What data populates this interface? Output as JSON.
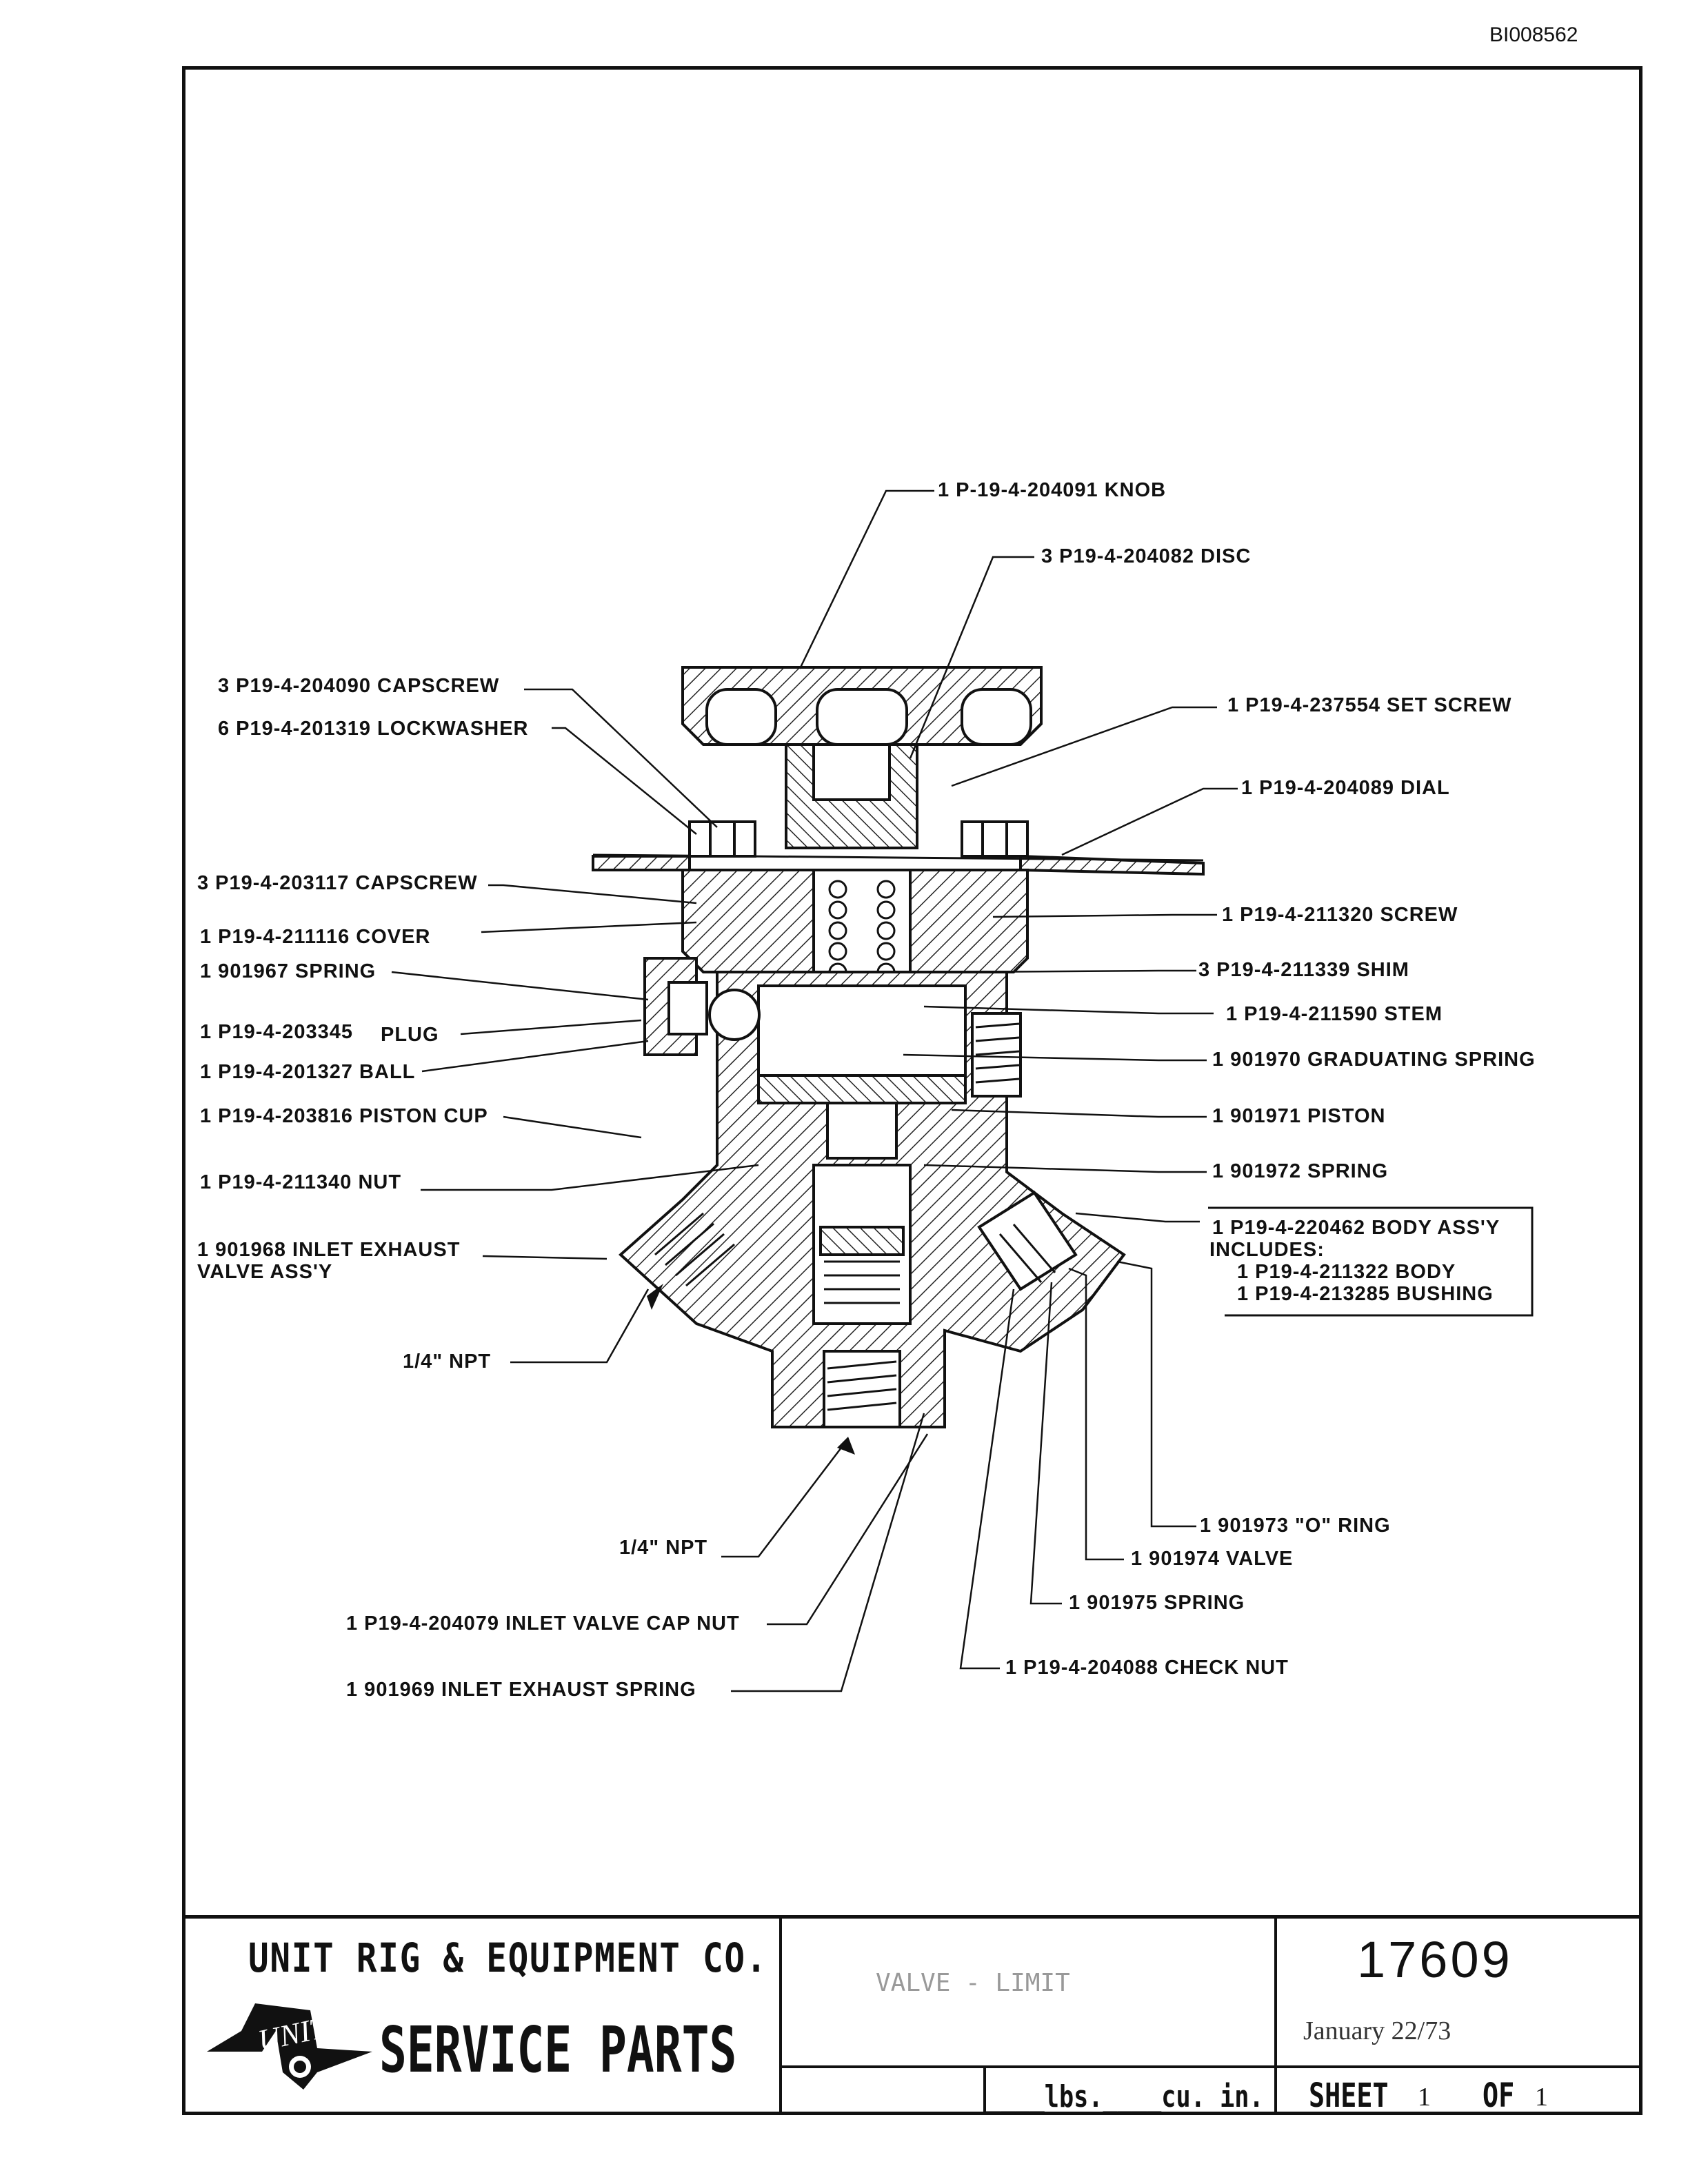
{
  "document_id": "BI008562",
  "labels": {
    "knob": "1  P-19-4-204091 KNOB",
    "disc": "3  P19-4-204082 DISC",
    "capscrew1": "3  P19-4-204090 CAPSCREW",
    "lockwasher": "6  P19-4-201319 LOCKWASHER",
    "setscrew": "1  P19-4-237554 SET SCREW",
    "dial": "1  P19-4-204089 DIAL",
    "capscrew2": "3  P19-4-203117 CAPSCREW",
    "screw": "1  P19-4-211320 SCREW",
    "cover": "1  P19-4-211116 COVER",
    "shim": "3  P19-4-211339 SHIM",
    "spring1": "1  901967 SPRING",
    "stem": "1  P19-4-211590 STEM",
    "plug": "1  P19-4-203345",
    "plug_word": "PLUG",
    "grad_spring": "1  901970 GRADUATING SPRING",
    "ball": "1  P19-4-201327 BALL",
    "piston_cup": "1  P19-4-203816 PISTON CUP",
    "piston": "1  901971 PISTON",
    "nut": "1  P19-4-211340 NUT",
    "spring2": "1  901972 SPRING",
    "inlet_exhaust_valve_line1": "1  901968 INLET EXHAUST",
    "inlet_exhaust_valve_line2": "VALVE ASS'Y",
    "body_assy_line1": "1  P19-4-220462 BODY ASS'Y",
    "body_assy_line2": "INCLUDES:",
    "body_assy_line3": "1  P19-4-211322 BODY",
    "body_assy_line4": "1  P19-4-213285 BUSHING",
    "npt1": "1/4\" NPT",
    "o_ring": "1  901973 \"O\" RING",
    "valve": "1  901974 VALVE",
    "npt2": "1/4\" NPT",
    "spring3": "1  901975 SPRING",
    "cap_nut": "1  P19-4-204079 INLET VALVE CAP NUT",
    "check_nut": "1  P19-4-204088 CHECK NUT",
    "inlet_exhaust_spring": "1  901969 INLET EXHAUST SPRING"
  },
  "title_block": {
    "company": "UNIT RIG & EQUIPMENT CO.",
    "logo_text": "UNIT RIG",
    "service_parts": "SERVICE PARTS",
    "description": "VALVE - LIMIT",
    "part_number": "17609",
    "date": "January 22/73",
    "weight_label": "____lbs.____cu. in.",
    "sheet_label": "SHEET",
    "sheet_num": "1",
    "of_label": "OF",
    "sheet_total": "1"
  }
}
